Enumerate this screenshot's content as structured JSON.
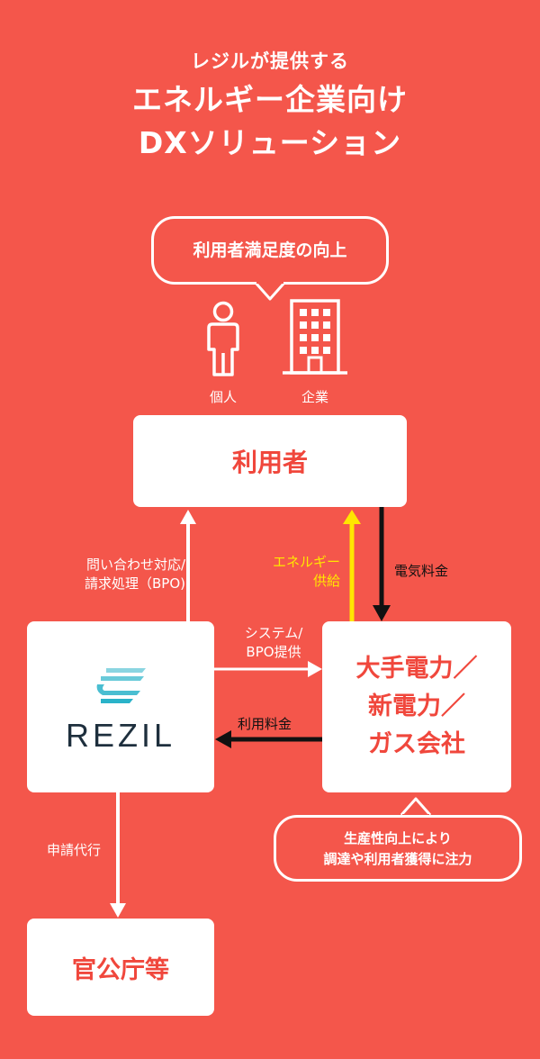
{
  "header": {
    "subtitle": "レジルが提供する",
    "title_line1": "エネルギー企業向け",
    "title_line2": "DXソリューション"
  },
  "top_bubble": {
    "text": "利用者満足度の向上"
  },
  "icons": {
    "individual_label": "個人",
    "company_label": "企業"
  },
  "nodes": {
    "user": "利用者",
    "rezil_logo": "REZIL",
    "power_line1": "大手電力／",
    "power_line2": "新電力／",
    "power_line3": "ガス会社",
    "government": "官公庁等"
  },
  "edges": {
    "rezil_to_user_line1": "問い合わせ対応/",
    "rezil_to_user_line2": "請求処理（BPO)",
    "energy_supply_line1": "エネルギー",
    "energy_supply_line2": "供給",
    "electricity_fee": "電気料金",
    "system_bpo_line1": "システム/",
    "system_bpo_line2": "BPO提供",
    "usage_fee": "利用料金",
    "application_proxy": "申請代行"
  },
  "bottom_bubble": {
    "line1": "生産性向上により",
    "line2": "調達や利用者獲得に注力"
  },
  "colors": {
    "background": "#f4564b",
    "accent_text": "#f0473c",
    "energy_arrow": "#ffe600",
    "dark_arrow": "#111111"
  }
}
